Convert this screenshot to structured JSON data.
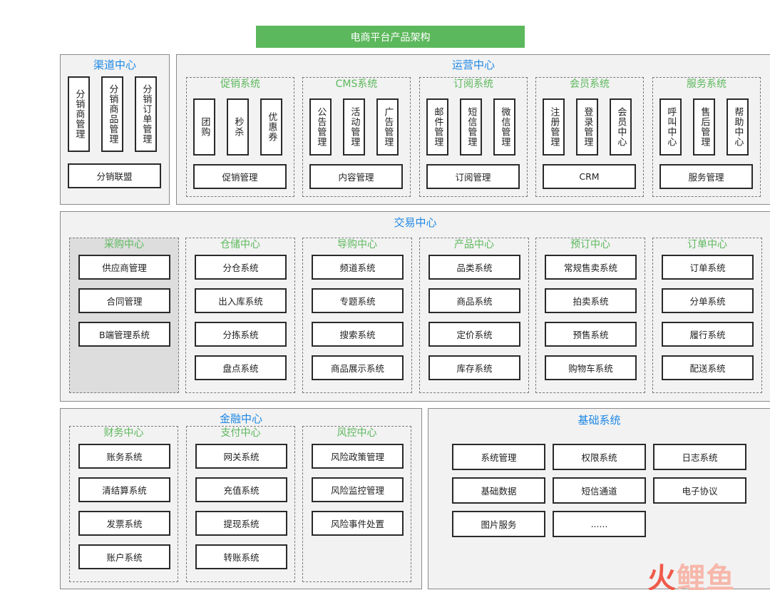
{
  "title": "电商平台产品架构",
  "channel": {
    "title": "渠道中心",
    "items": [
      "分销商管理",
      "分销商品管理",
      "分销订单管理"
    ],
    "bottom": "分销联盟"
  },
  "operations": {
    "title": "运营中心",
    "groups": [
      {
        "title": "促销系统",
        "items": [
          "团购",
          "秒杀",
          "优惠券"
        ],
        "bottom": "促销管理"
      },
      {
        "title": "CMS系统",
        "items": [
          "公告管理",
          "活动管理",
          "广告管理"
        ],
        "bottom": "内容管理"
      },
      {
        "title": "订阅系统",
        "items": [
          "邮件管理",
          "短信管理",
          "微信管理"
        ],
        "bottom": "订阅管理"
      },
      {
        "title": "会员系统",
        "items": [
          "注册管理",
          "登录管理",
          "会员中心"
        ],
        "bottom": "CRM"
      },
      {
        "title": "服务系统",
        "items": [
          "呼叫中心",
          "售后管理",
          "帮助中心"
        ],
        "bottom": "服务管理"
      }
    ]
  },
  "trade": {
    "title": "交易中心",
    "groups": [
      {
        "title": "采购中心",
        "items": [
          "供应商管理",
          "合同管理",
          "B端管理系统"
        ]
      },
      {
        "title": "仓储中心",
        "items": [
          "分仓系统",
          "出入库系统",
          "分拣系统",
          "盘点系统"
        ]
      },
      {
        "title": "导购中心",
        "items": [
          "频道系统",
          "专题系统",
          "搜索系统",
          "商品展示系统"
        ]
      },
      {
        "title": "产品中心",
        "items": [
          "品类系统",
          "商品系统",
          "定价系统",
          "库存系统"
        ]
      },
      {
        "title": "预订中心",
        "items": [
          "常规售卖系统",
          "拍卖系统",
          "预售系统",
          "购物车系统"
        ]
      },
      {
        "title": "订单中心",
        "items": [
          "订单系统",
          "分单系统",
          "履行系统",
          "配送系统"
        ]
      }
    ]
  },
  "finance": {
    "title": "金融中心",
    "groups": [
      {
        "title": "财务中心",
        "items": [
          "账务系统",
          "清结算系统",
          "发票系统",
          "账户系统"
        ]
      },
      {
        "title": "支付中心",
        "items": [
          "网关系统",
          "充值系统",
          "提现系统",
          "转账系统"
        ]
      },
      {
        "title": "风控中心",
        "items": [
          "风险政策管理",
          "风险监控管理",
          "风险事件处置"
        ]
      }
    ]
  },
  "base": {
    "title": "基础系统",
    "items": [
      "系统管理",
      "权限系统",
      "日志系统",
      "基础数据",
      "短信通道",
      "电子协议",
      "图片服务",
      "......"
    ]
  },
  "watermark": {
    "part1": "火",
    "part2": "鲤鱼"
  }
}
